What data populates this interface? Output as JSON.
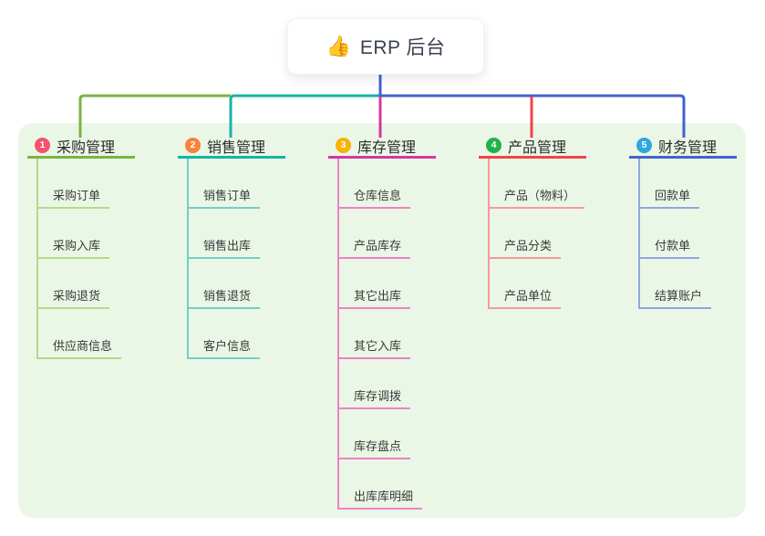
{
  "root": {
    "emoji": "👍",
    "label": "ERP 后台"
  },
  "theme": {
    "panel_background": "#eaf7e7",
    "trunk_color": "#4661cd"
  },
  "branches": [
    {
      "number": "1",
      "label": "采购管理",
      "badge_color": "#f4536b",
      "line_color": "#7cb342",
      "sub_line_color": "#b4d98c",
      "items": [
        "采购订单",
        "采购入库",
        "采购退货",
        "供应商信息"
      ]
    },
    {
      "number": "2",
      "label": "销售管理",
      "badge_color": "#f9813a",
      "line_color": "#17b3a6",
      "sub_line_color": "#73cfc5",
      "items": [
        "销售订单",
        "销售出库",
        "销售退货",
        "客户信息"
      ]
    },
    {
      "number": "3",
      "label": "库存管理",
      "badge_color": "#f7b301",
      "line_color": "#d1399f",
      "sub_line_color": "#ee82c4",
      "items": [
        "仓库信息",
        "产品库存",
        "其它出库",
        "其它入库",
        "库存调拨",
        "库存盘点",
        "出库库明细"
      ]
    },
    {
      "number": "4",
      "label": "产品管理",
      "badge_color": "#22b24c",
      "line_color": "#f04448",
      "sub_line_color": "#f49b9b",
      "items": [
        "产品（物料）",
        "产品分类",
        "产品单位"
      ]
    },
    {
      "number": "5",
      "label": "财务管理",
      "badge_color": "#2fa7e0",
      "line_color": "#4661cd",
      "sub_line_color": "#91a5e2",
      "items": [
        "回款单",
        "付款单",
        "结算账户"
      ]
    }
  ]
}
